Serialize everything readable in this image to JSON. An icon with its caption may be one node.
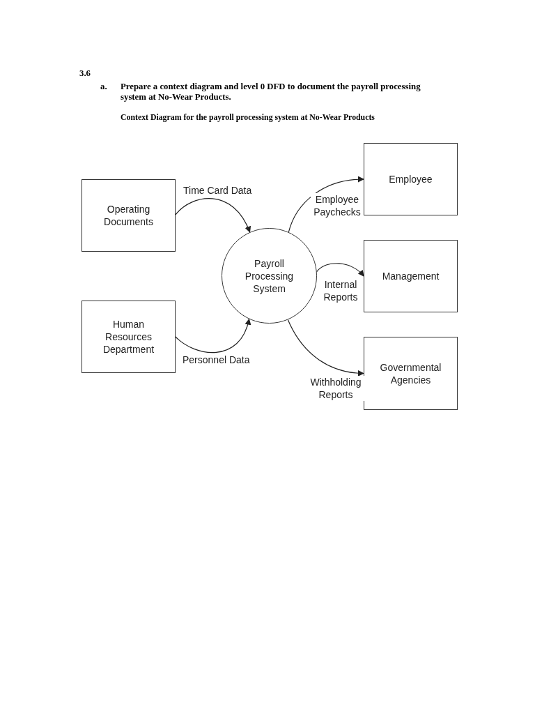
{
  "diagram": {
    "title": "Context Diagram for the payroll processing system at No-Wear Products",
    "labels": [
      "3.6",
      "a.",
      "Prepare a context diagram and level 0 DFD to document the payroll processing system at No-Wear Products."
    ],
    "nodes": [
      {
        "text": [
          "Operating Documents"
        ]
      },
      {
        "text": [
          "Human Resources Department"
        ]
      },
      {
        "text": [
          "Payroll Processing System"
        ]
      },
      {
        "text": [
          "Employee"
        ]
      },
      {
        "text": [
          "Management"
        ]
      },
      {
        "text": [
          "Governmental Agencies"
        ]
      }
    ],
    "edges": [
      {
        "from": 0,
        "to": 2,
        "arrow": "to",
        "label": "Time Card Data"
      },
      {
        "from": 1,
        "to": 2,
        "arrow": "to",
        "label": "Personnel Data"
      },
      {
        "from": 2,
        "to": 3,
        "arrow": "to",
        "label": "Employee Paychecks"
      },
      {
        "from": 2,
        "to": 4,
        "arrow": "to",
        "label": "Internal Reports"
      },
      {
        "from": 2,
        "to": 5,
        "arrow": "to",
        "label": "Withholding Reports"
      }
    ]
  }
}
